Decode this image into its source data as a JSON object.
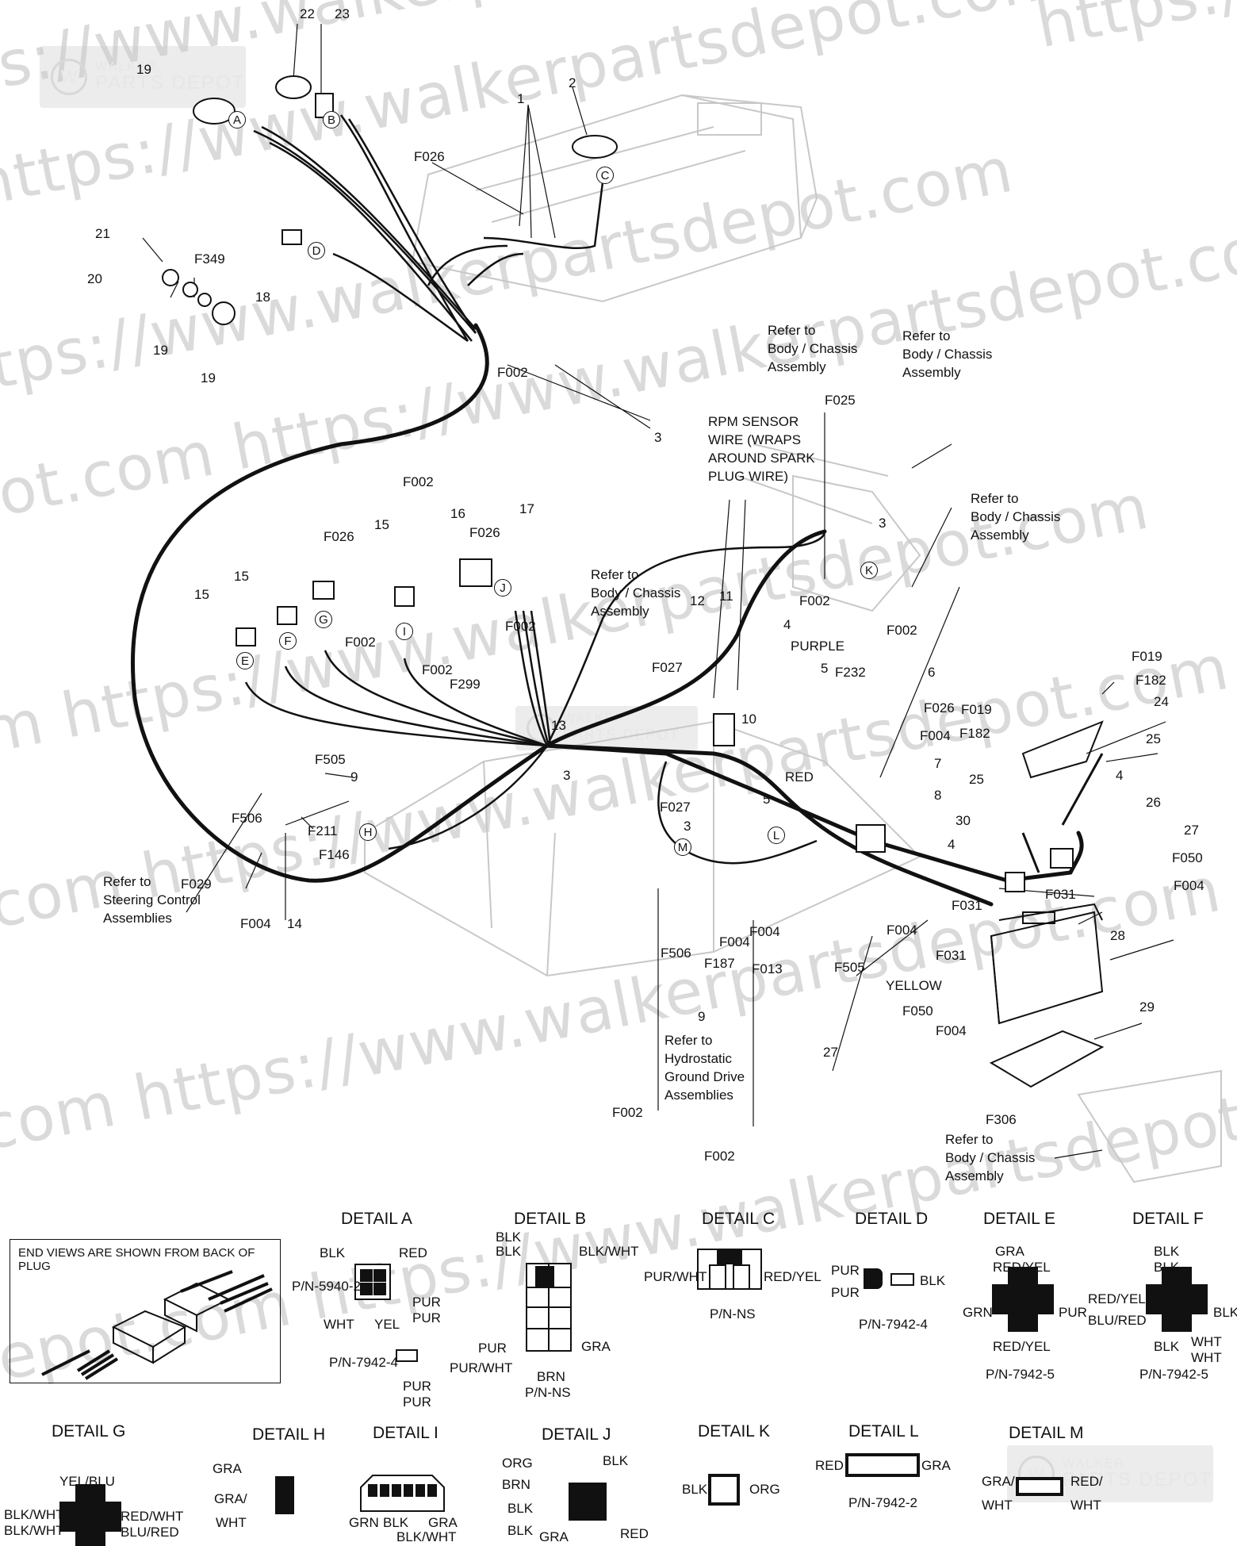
{
  "watermark": {
    "lines": [
      "s://www.walkerpartsdepot.com",
      "https://www.walkerpartsdepot.com",
      "https://www.walkerpartsdepot.com",
      "tps://www.walkerpartsdepot.com",
      "ot.com   https://www.walkerpartsdepot.com",
      "m   https://www.walkerpartsdepot.com",
      "com   https://www.walkerpartsdepot.com",
      "com   https://www.walkerpartsdepot.com",
      "depot.com   https://www.walkerpartsdepot.com"
    ]
  },
  "logo": {
    "mark": "W",
    "line1": "WALKER",
    "line2": "PARTS DEPOT"
  },
  "callouts": [
    {
      "id": "c22",
      "text": "22"
    },
    {
      "id": "c23",
      "text": "23"
    },
    {
      "id": "c19a",
      "text": "19"
    },
    {
      "id": "c1",
      "text": "1"
    },
    {
      "id": "c2",
      "text": "2"
    },
    {
      "id": "cF026a",
      "text": "F026"
    },
    {
      "id": "c21",
      "text": "21"
    },
    {
      "id": "cF349",
      "text": "F349"
    },
    {
      "id": "c20",
      "text": "20"
    },
    {
      "id": "c18",
      "text": "18"
    },
    {
      "id": "c19b",
      "text": "19"
    },
    {
      "id": "c19c",
      "text": "19"
    },
    {
      "id": "cF002a",
      "text": "F002"
    },
    {
      "id": "c3a",
      "text": "3"
    },
    {
      "id": "cF025",
      "text": "F025"
    },
    {
      "id": "c3b",
      "text": "3"
    },
    {
      "id": "cF002b",
      "text": "F002"
    },
    {
      "id": "cF002c",
      "text": "F002"
    },
    {
      "id": "cF026b",
      "text": "F026"
    },
    {
      "id": "c15a",
      "text": "15"
    },
    {
      "id": "c16",
      "text": "16"
    },
    {
      "id": "cF026c",
      "text": "F026"
    },
    {
      "id": "c17",
      "text": "17"
    },
    {
      "id": "c15b",
      "text": "15"
    },
    {
      "id": "c15c",
      "text": "15"
    },
    {
      "id": "cF002d",
      "text": "F002"
    },
    {
      "id": "cF002e",
      "text": "F002"
    },
    {
      "id": "cF002f",
      "text": "F002"
    },
    {
      "id": "cF299",
      "text": "F299"
    },
    {
      "id": "c12",
      "text": "12"
    },
    {
      "id": "c11",
      "text": "11"
    },
    {
      "id": "c4a",
      "text": "4"
    },
    {
      "id": "cPURPLE",
      "text": "PURPLE"
    },
    {
      "id": "cF002g",
      "text": "F002"
    },
    {
      "id": "cF019a",
      "text": "F019"
    },
    {
      "id": "cF182a",
      "text": "F182"
    },
    {
      "id": "c24",
      "text": "24"
    },
    {
      "id": "cF027a",
      "text": "F027"
    },
    {
      "id": "c5a",
      "text": "5"
    },
    {
      "id": "cF232",
      "text": "F232"
    },
    {
      "id": "c6",
      "text": "6"
    },
    {
      "id": "cF019b",
      "text": "F019"
    },
    {
      "id": "cF182b",
      "text": "F182"
    },
    {
      "id": "cF026d",
      "text": "F026"
    },
    {
      "id": "c25a",
      "text": "25"
    },
    {
      "id": "c13",
      "text": "13"
    },
    {
      "id": "c10",
      "text": "10"
    },
    {
      "id": "cF004a",
      "text": "F004"
    },
    {
      "id": "cRED",
      "text": "RED"
    },
    {
      "id": "c7",
      "text": "7"
    },
    {
      "id": "c3c",
      "text": "3"
    },
    {
      "id": "cF505a",
      "text": "F505"
    },
    {
      "id": "c9a",
      "text": "9"
    },
    {
      "id": "c25b",
      "text": "25"
    },
    {
      "id": "c4b",
      "text": "4"
    },
    {
      "id": "c5b",
      "text": "5"
    },
    {
      "id": "c8",
      "text": "8"
    },
    {
      "id": "cF027b",
      "text": "F027"
    },
    {
      "id": "c26",
      "text": "26"
    },
    {
      "id": "c3d",
      "text": "3"
    },
    {
      "id": "cF506a",
      "text": "F506"
    },
    {
      "id": "cF211",
      "text": "F211"
    },
    {
      "id": "cF146",
      "text": "F146"
    },
    {
      "id": "c30",
      "text": "30"
    },
    {
      "id": "c4c",
      "text": "4"
    },
    {
      "id": "c27a",
      "text": "27"
    },
    {
      "id": "cF050a",
      "text": "F050"
    },
    {
      "id": "cF004b",
      "text": "F004"
    },
    {
      "id": "cF029",
      "text": "F029"
    },
    {
      "id": "cF031a",
      "text": "F031"
    },
    {
      "id": "cF031b",
      "text": "F031"
    },
    {
      "id": "cF004c",
      "text": "F004"
    },
    {
      "id": "c14",
      "text": "14"
    },
    {
      "id": "cF004d",
      "text": "F004"
    },
    {
      "id": "cF004e",
      "text": "F004"
    },
    {
      "id": "cF004f",
      "text": "F004"
    },
    {
      "id": "c28",
      "text": "28"
    },
    {
      "id": "cF187",
      "text": "F187"
    },
    {
      "id": "cF013",
      "text": "F013"
    },
    {
      "id": "cF031c",
      "text": "F031"
    },
    {
      "id": "cF506b",
      "text": "F506"
    },
    {
      "id": "cF505b",
      "text": "F505"
    },
    {
      "id": "cYELLOW",
      "text": "YELLOW"
    },
    {
      "id": "cF050b",
      "text": "F050"
    },
    {
      "id": "c9b",
      "text": "9"
    },
    {
      "id": "cF004g",
      "text": "F004"
    },
    {
      "id": "c29",
      "text": "29"
    },
    {
      "id": "c27b",
      "text": "27"
    },
    {
      "id": "cF002h",
      "text": "F002"
    },
    {
      "id": "cF306",
      "text": "F306"
    },
    {
      "id": "cF002i",
      "text": "F002"
    }
  ],
  "connector_letters": [
    "A",
    "B",
    "C",
    "D",
    "E",
    "F",
    "G",
    "H",
    "I",
    "J",
    "K",
    "L",
    "M"
  ],
  "notes": {
    "body_chassis_1": "Refer to\nBody / Chassis\nAssembly",
    "body_chassis_2": "Refer to\nBody / Chassis\nAssembly",
    "body_chassis_3": "Refer to\nBody / Chassis\nAssembly",
    "body_chassis_4": "Refer to\nBody / Chassis\nAssembly",
    "body_chassis_5": "Refer to\nBody / Chassis\nAssembly",
    "rpm_sensor": "RPM SENSOR\nWIRE (WRAPS\nAROUND SPARK\nPLUG WIRE)",
    "steering": "Refer to\nSteering Control\nAssemblies",
    "hydrostatic": "Refer to\nHydrostatic\nGround Drive\nAssemblies"
  },
  "end_views_caption": "END VIEWS ARE SHOWN FROM BACK OF PLUG",
  "details": {
    "A": {
      "title": "DETAIL A",
      "labels": [
        "BLK",
        "RED",
        "P/N-5940-2",
        "PUR",
        "PUR",
        "WHT",
        "YEL",
        "P/N-7942-4",
        "PUR",
        "PUR"
      ]
    },
    "B": {
      "title": "DETAIL B",
      "labels": [
        "BLK",
        "BLK",
        "BLK/WHT",
        "PUR",
        "PUR/WHT",
        "GRA",
        "BRN",
        "P/N-NS"
      ]
    },
    "C": {
      "title": "DETAIL C",
      "labels": [
        "PUR/WHT",
        "RED/YEL",
        "P/N-NS"
      ]
    },
    "D": {
      "title": "DETAIL D",
      "labels": [
        "PUR",
        "PUR",
        "BLK",
        "P/N-7942-4"
      ]
    },
    "E": {
      "title": "DETAIL E",
      "labels": [
        "GRA",
        "RED/YEL",
        "GRN",
        "PUR",
        "RED/YEL",
        "P/N-7942-5"
      ]
    },
    "F": {
      "title": "DETAIL F",
      "labels": [
        "BLK",
        "BLK",
        "RED/YEL",
        "BLU/RED",
        "BLK",
        "BLK",
        "WHT",
        "WHT",
        "P/N-7942-5"
      ]
    },
    "G": {
      "title": "DETAIL G",
      "labels": [
        "YEL/BLU",
        "BLK/WHT",
        "BLK/WHT",
        "RED/WHT",
        "BLU/RED"
      ]
    },
    "H": {
      "title": "DETAIL H",
      "labels": [
        "GRA",
        "GRA/",
        "WHT"
      ]
    },
    "I": {
      "title": "DETAIL I",
      "labels": [
        "GRN",
        "BLK",
        "GRA",
        "BLK/WHT"
      ]
    },
    "J": {
      "title": "DETAIL J",
      "labels": [
        "ORG",
        "BLK",
        "BRN",
        "BLK",
        "BLK",
        "GRA",
        "RED"
      ]
    },
    "K": {
      "title": "DETAIL K",
      "labels": [
        "BLK",
        "ORG"
      ]
    },
    "L": {
      "title": "DETAIL L",
      "labels": [
        "RED",
        "GRA",
        "P/N-7942-2"
      ]
    },
    "M": {
      "title": "DETAIL M",
      "labels": [
        "GRA/",
        "RED/",
        "WHT",
        "WHT"
      ]
    }
  }
}
